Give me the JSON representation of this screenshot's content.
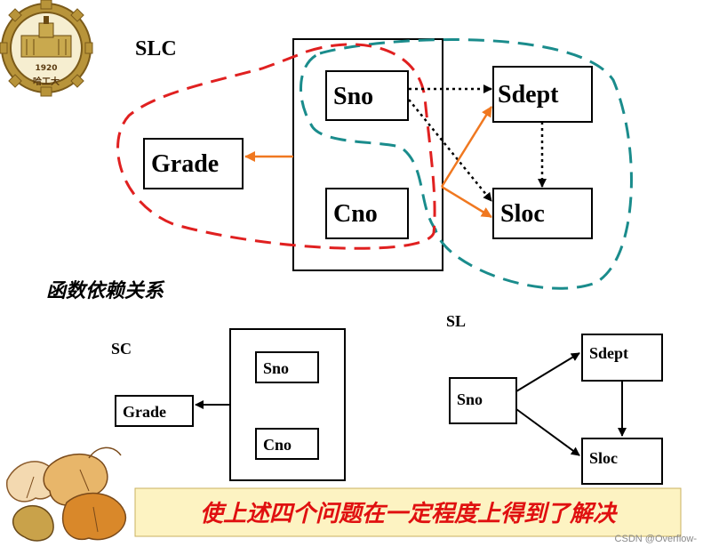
{
  "logo": {
    "year": "1920",
    "name": "哈工大"
  },
  "top_diagram": {
    "label": "SLC",
    "nodes": {
      "sno": "Sno",
      "cno": "Cno",
      "grade": "Grade",
      "sdept": "Sdept",
      "sloc": "Sloc"
    }
  },
  "section_heading": "函数依赖关系",
  "sc_diagram": {
    "label": "SC",
    "nodes": {
      "sno": "Sno",
      "cno": "Cno",
      "grade": "Grade"
    }
  },
  "sl_diagram": {
    "label": "SL",
    "nodes": {
      "sno": "Sno",
      "sdept": "Sdept",
      "sloc": "Sloc"
    }
  },
  "banner": {
    "text": "使上述四个问题在一定程度上得到了解决"
  },
  "watermark": "CSDN @Overflow-",
  "colors": {
    "red_boundary": "#e02020",
    "teal_boundary": "#1a8c8c",
    "orange_arrow": "#f07820",
    "banner_bg": "#fdf3c2",
    "banner_text": "#e01010",
    "leaf_orange": "#d9882a"
  }
}
